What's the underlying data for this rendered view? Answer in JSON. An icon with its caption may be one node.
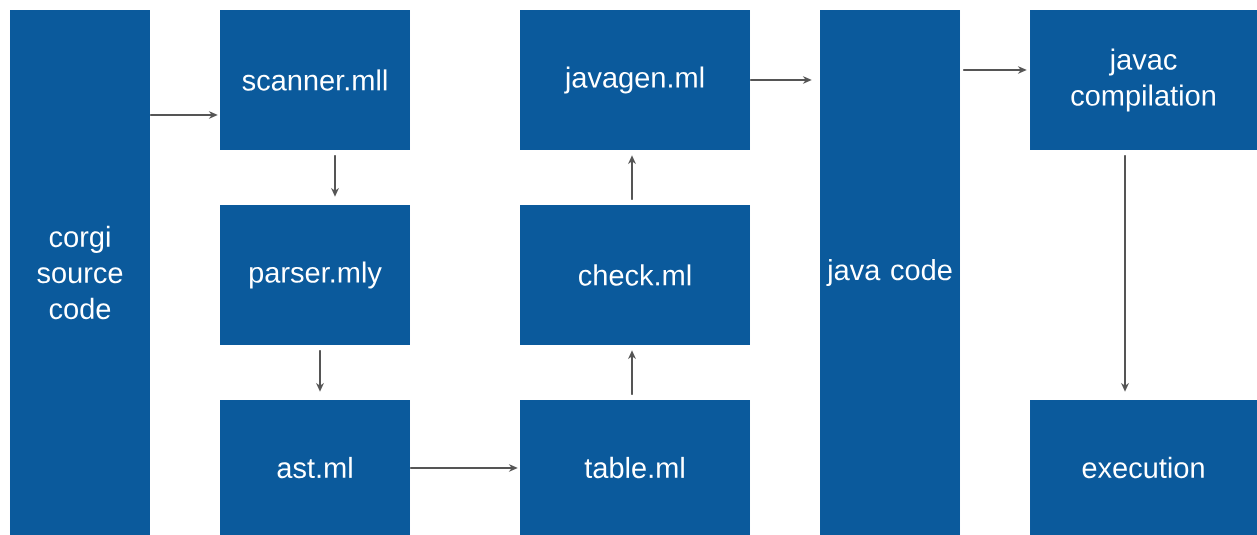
{
  "diagram": {
    "nodes": [
      {
        "text": [
          "corgi source code"
        ]
      },
      {
        "text": [
          "scanner.mll"
        ]
      },
      {
        "text": [
          "parser.mly"
        ]
      },
      {
        "text": [
          "ast.ml"
        ]
      },
      {
        "text": [
          "javagen.ml"
        ]
      },
      {
        "text": [
          "check.ml"
        ]
      },
      {
        "text": [
          "table.ml"
        ]
      },
      {
        "text": [
          "java code"
        ]
      },
      {
        "text": [
          "javac compilation"
        ]
      },
      {
        "text": [
          "execution"
        ]
      }
    ],
    "edges": [
      {
        "from": 0,
        "to": 1,
        "arrow": "to"
      },
      {
        "from": 1,
        "to": 2,
        "arrow": "to"
      },
      {
        "from": 2,
        "to": 3,
        "arrow": "to"
      },
      {
        "from": 3,
        "to": 6,
        "arrow": "to"
      },
      {
        "from": 6,
        "to": 5,
        "arrow": "to"
      },
      {
        "from": 5,
        "to": 4,
        "arrow": "to"
      },
      {
        "from": 4,
        "to": 7,
        "arrow": "to"
      },
      {
        "from": 7,
        "to": 8,
        "arrow": "to"
      },
      {
        "from": 8,
        "to": 9,
        "arrow": "to"
      }
    ]
  }
}
